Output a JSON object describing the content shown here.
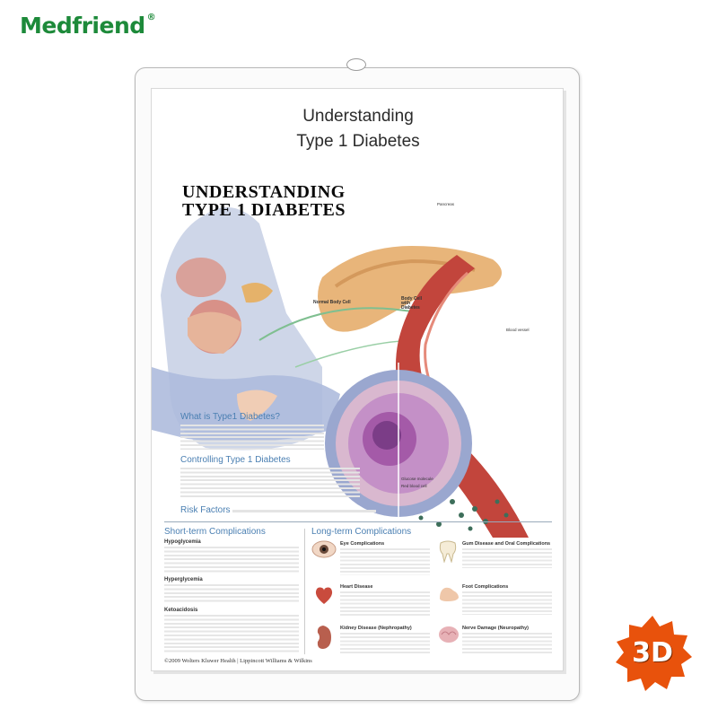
{
  "brand": {
    "name": "Medfriend",
    "reg_mark": "®",
    "color": "#1d8a3a"
  },
  "poster": {
    "title_line1": "Understanding",
    "title_line2": "Type 1 Diabetes",
    "overlay_line1": "UNDERSTANDING",
    "overlay_line2": "TYPE 1 DIABETES",
    "labels": {
      "pancreas": "Pancreas",
      "normal_cell": "Normal Body Cell",
      "diabetic_cell": "Body Cell with Diabetes",
      "blood_vessel": "Blood vessel",
      "red_blood_cell": "Red blood cell",
      "glucose": "Glucose molecule"
    },
    "sections": {
      "what_is": "What is Type1 Diabetes?",
      "controlling": "Controlling Type 1 Diabetes",
      "risk": "Risk Factors",
      "short_term": "Short-term Complications",
      "long_term": "Long-term Complications",
      "hypoglycemia": "Hypoglycemia",
      "hyperglycemia": "Hyperglycemia",
      "ketoacidosis": "Ketoacidosis"
    },
    "long_term_items": {
      "eye": "Eye Complications",
      "heart": "Heart Disease",
      "kidney": "Kidney Disease (Nephropathy)",
      "gum": "Gum Disease and Oral Complications",
      "foot": "Foot Complications",
      "nerve": "Nerve Damage (Neuropathy)"
    },
    "copyright": "©2009 Wolters Kluwer Health | Lippincott Williams & Wilkins"
  },
  "badge": {
    "label": "3D",
    "color": "#e8520c"
  }
}
